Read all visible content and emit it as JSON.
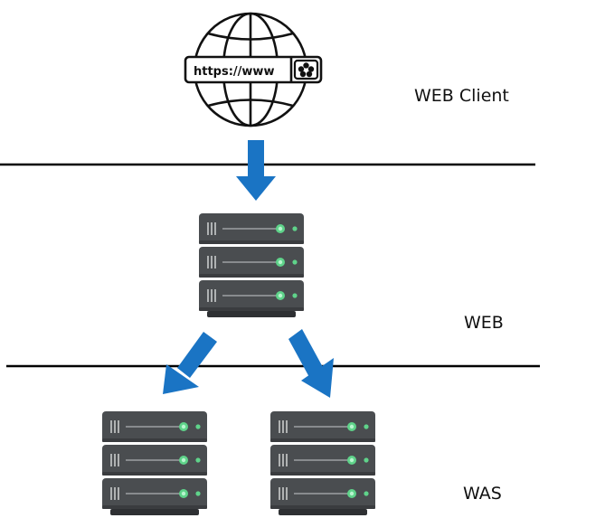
{
  "globe": {
    "url_text": "https://www",
    "icon": "globe-icon"
  },
  "layers": {
    "client": "WEB Client",
    "web": "WEB",
    "was": "WAS"
  },
  "colors": {
    "arrow": "#1a74c4",
    "server_body": "#4a4d50",
    "server_base": "#2e3033",
    "led": "#5fd38a",
    "divider": "#000000"
  }
}
